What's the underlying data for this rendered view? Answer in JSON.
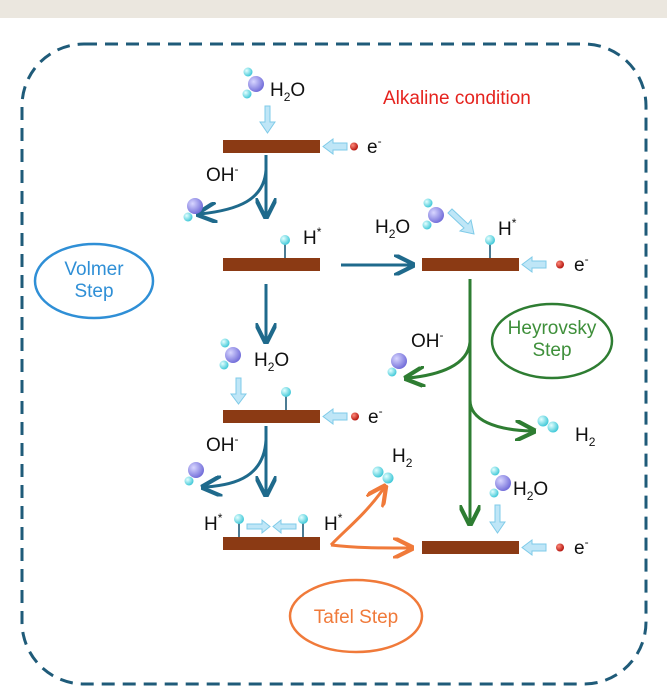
{
  "title": "Alkaline condition",
  "steps": {
    "volmer": "Volmer\nStep",
    "heyrovsky": "Heyrovsky\nStep",
    "tafel": "Tafel Step"
  },
  "species": {
    "water": "H",
    "water_sub": "2",
    "water_tail": "O",
    "hydroxide": "OH",
    "minus": "-",
    "electron": "e",
    "adsorbed_h": "H",
    "star": "*",
    "hydrogen": "H",
    "hydrogen_sub": "2"
  },
  "colors": {
    "border": "#1f5b79",
    "electrode": "#8b3a14",
    "volmer": "#1f6a8c",
    "heyrovsky": "#2e7d32",
    "tafel": "#f07a3a",
    "title": "#e5231e",
    "volmer_label": "#2f8fd6",
    "heyrovsky_label": "#3e8f3a",
    "tafel_label": "#f07a3a"
  }
}
